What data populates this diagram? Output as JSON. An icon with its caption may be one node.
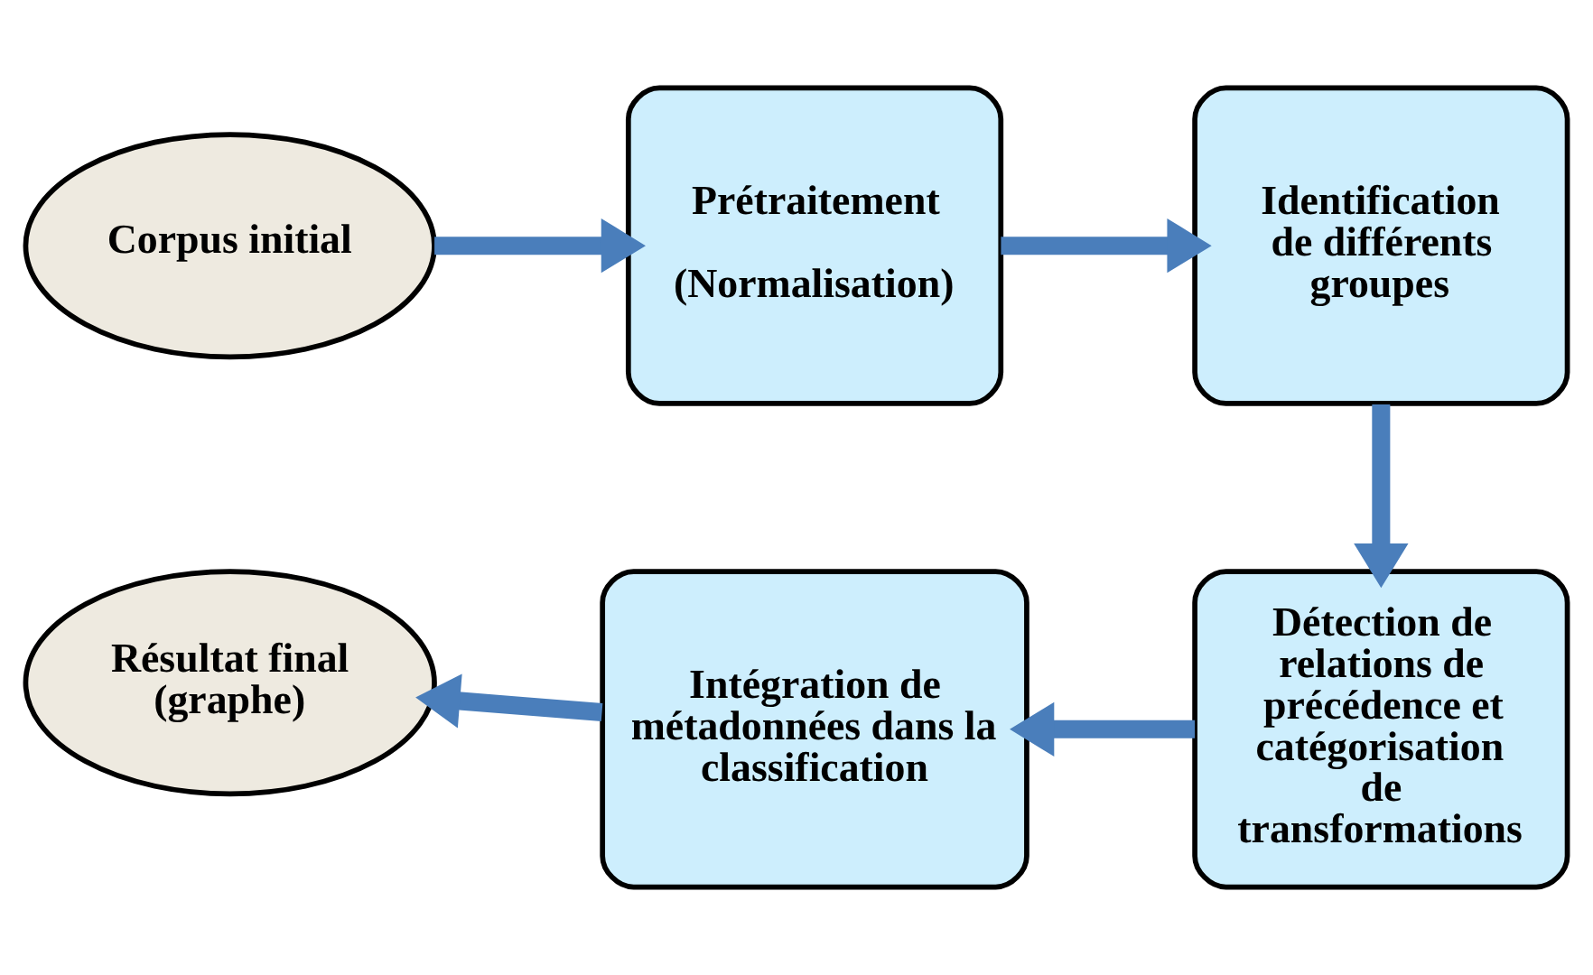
{
  "diagram": {
    "nodes": [
      {
        "text": [
          "Corpus initial"
        ]
      },
      {
        "text": [
          "Prétraitement",
          "(Normalisation)"
        ]
      },
      {
        "text": [
          "Identification de différents groupes"
        ]
      },
      {
        "text": [
          "Détection de relations de précédence et catégorisation de transformations"
        ]
      },
      {
        "text": [
          "Intégration de métadonnées dans la classification"
        ]
      },
      {
        "text": [
          "Résultat final (graphe)"
        ]
      }
    ],
    "edges": [
      {
        "from": 0,
        "to": 1,
        "arrow": "to"
      },
      {
        "from": 1,
        "to": 2,
        "arrow": "to"
      },
      {
        "from": 2,
        "to": 3,
        "arrow": "to"
      },
      {
        "from": 3,
        "to": 4,
        "arrow": "to"
      },
      {
        "from": 4,
        "to": 5,
        "arrow": "to"
      }
    ]
  }
}
